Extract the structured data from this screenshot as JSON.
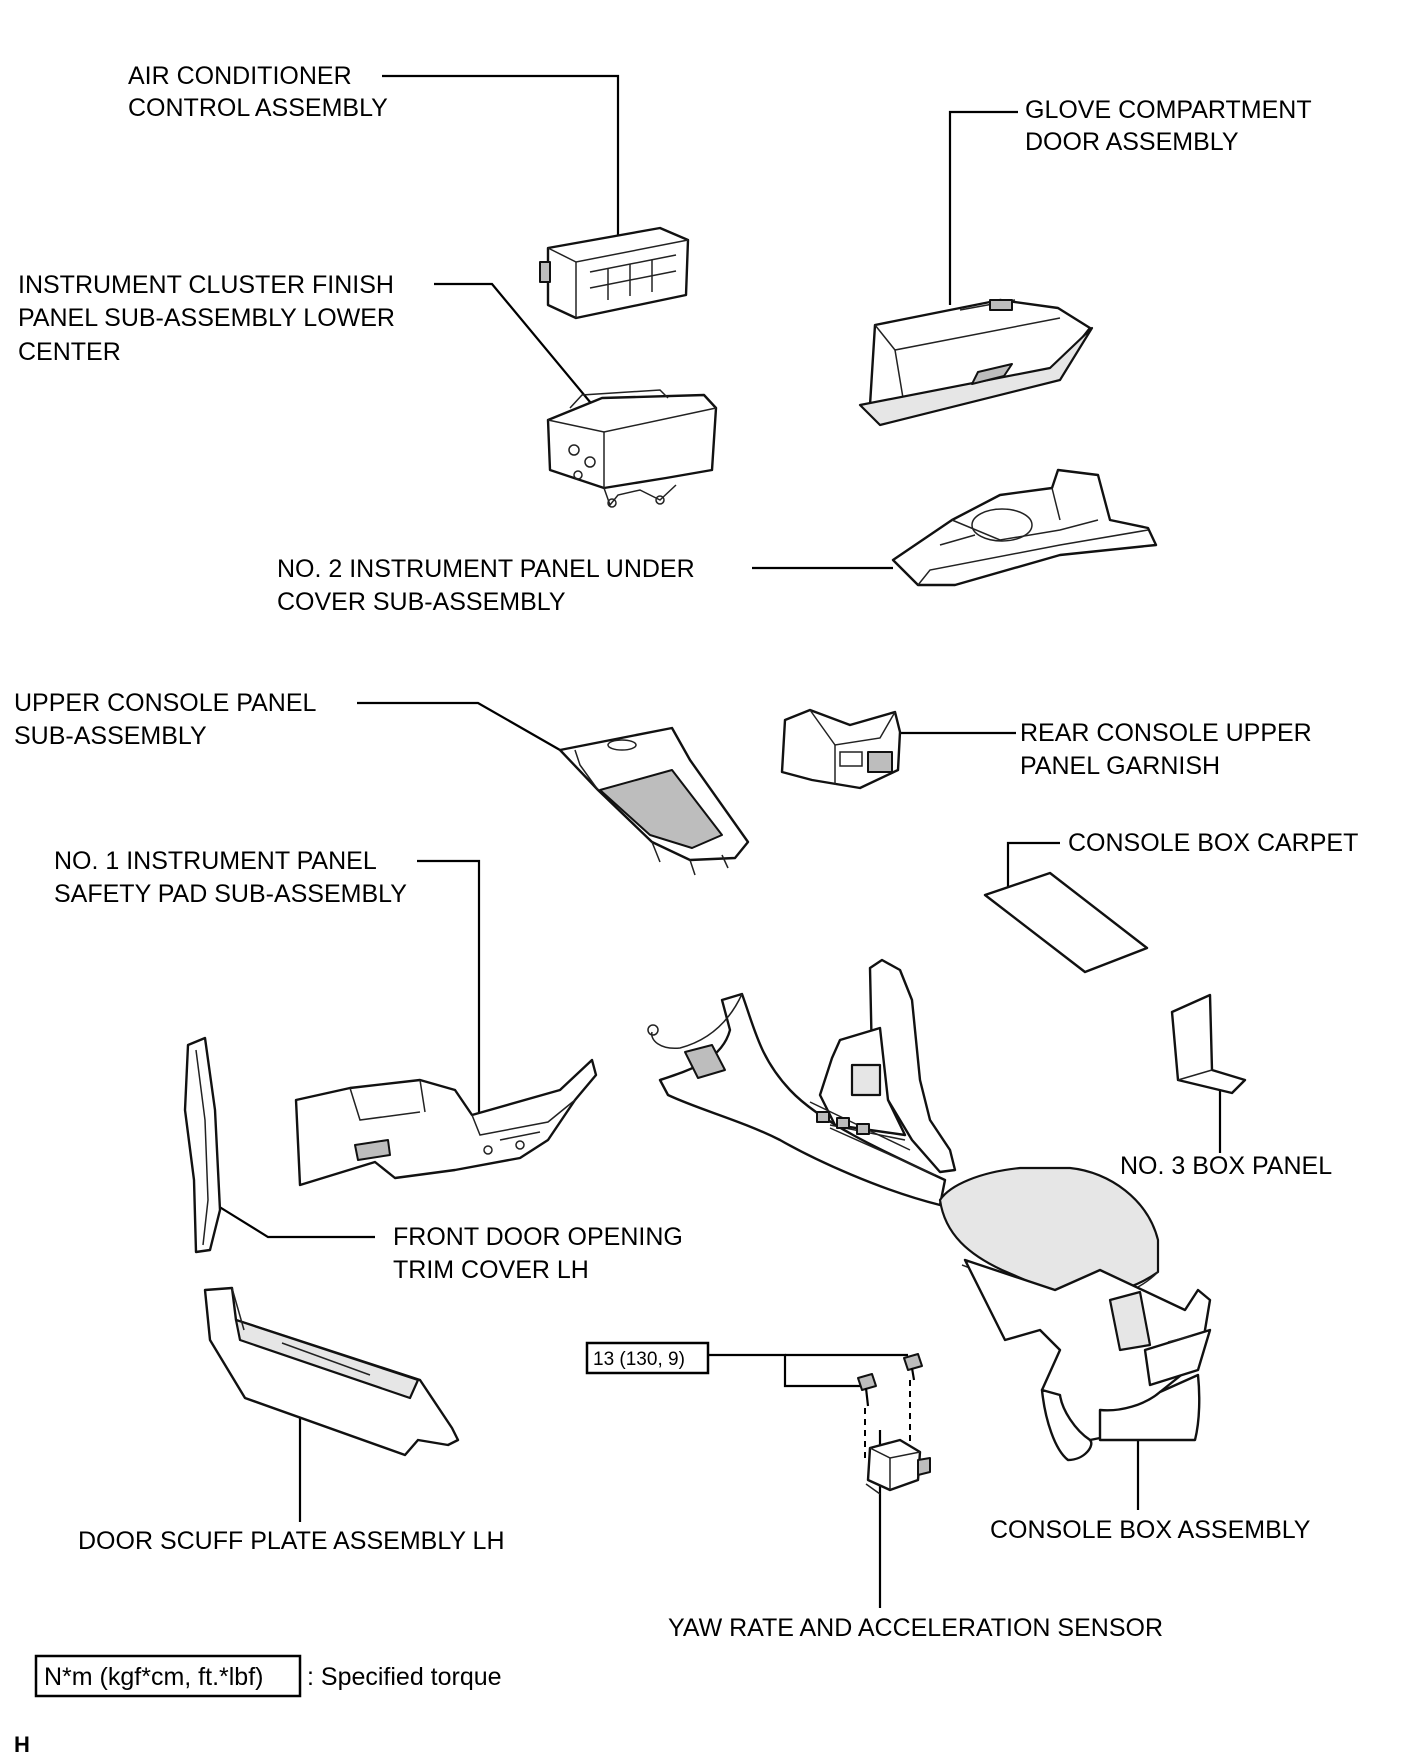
{
  "labels": {
    "air_conditioner": [
      "AIR CONDITIONER",
      "CONTROL ASSEMBLY"
    ],
    "glove_compartment": [
      "GLOVE COMPARTMENT",
      "DOOR ASSEMBLY"
    ],
    "instrument_cluster": [
      "INSTRUMENT CLUSTER FINISH",
      "PANEL SUB-ASSEMBLY LOWER",
      "CENTER"
    ],
    "no2_under_cover": [
      "NO. 2 INSTRUMENT PANEL UNDER",
      "COVER SUB-ASSEMBLY"
    ],
    "upper_console_panel": [
      "UPPER CONSOLE PANEL",
      "SUB-ASSEMBLY"
    ],
    "rear_console_garnish": [
      "REAR CONSOLE UPPER",
      "PANEL GARNISH"
    ],
    "console_box_carpet": [
      "CONSOLE BOX CARPET"
    ],
    "no1_safety_pad": [
      "NO. 1 INSTRUMENT PANEL",
      "SAFETY PAD SUB-ASSEMBLY"
    ],
    "no3_box_panel": [
      "NO. 3 BOX PANEL"
    ],
    "front_door_trim": [
      "FRONT DOOR OPENING",
      "TRIM COVER LH"
    ],
    "door_scuff_plate": [
      "DOOR SCUFF PLATE ASSEMBLY LH"
    ],
    "console_box_assembly": [
      "CONSOLE BOX ASSEMBLY"
    ],
    "yaw_rate_sensor": [
      "YAW RATE AND ACCELERATION SENSOR"
    ]
  },
  "torque": {
    "value": "13 (130, 9)",
    "legend_unit": "N*m (kgf*cm, ft.*lbf)",
    "legend_text": ": Specified torque"
  },
  "footer_code": "H"
}
